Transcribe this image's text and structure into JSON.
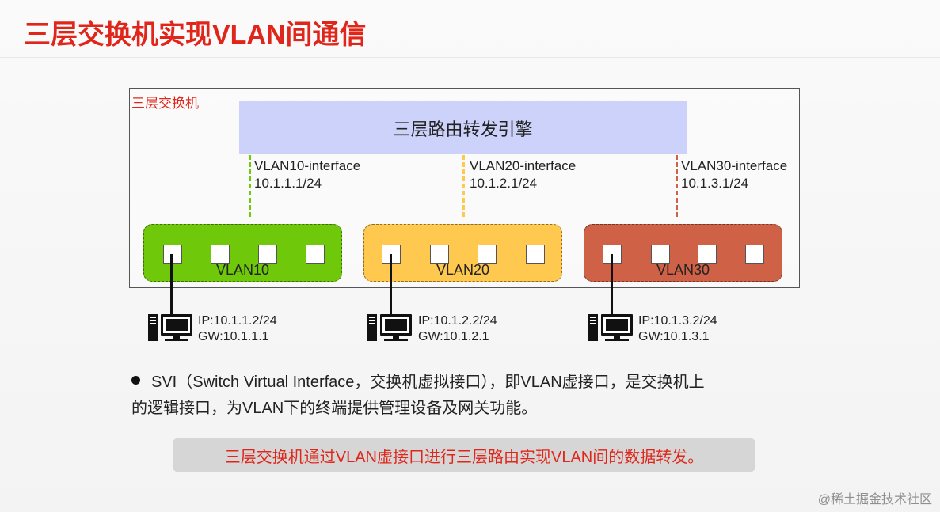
{
  "title": "三层交换机实现VLAN间通信",
  "switch_label": "三层交换机",
  "engine_label": "三层路由转发引擎",
  "colors": {
    "title": "#e0261a",
    "engine": "#cdd2fb",
    "vlan10": "#70c80a",
    "vlan20": "#ffc84f",
    "vlan30": "#cf6146"
  },
  "interfaces": [
    {
      "name": "VLAN10-interface",
      "ip": "10.1.1.1/24"
    },
    {
      "name": "VLAN20-interface",
      "ip": "10.1.2.1/24"
    },
    {
      "name": "VLAN30-interface",
      "ip": "10.1.3.1/24"
    }
  ],
  "vlans": [
    {
      "name": "VLAN10"
    },
    {
      "name": "VLAN20"
    },
    {
      "name": "VLAN30"
    }
  ],
  "hosts": [
    {
      "ip": "IP:10.1.1.2/24",
      "gw": "GW:10.1.1.1",
      "icon": "computer-icon"
    },
    {
      "ip": "IP:10.1.2.2/24",
      "gw": "GW:10.1.2.1",
      "icon": "computer-icon"
    },
    {
      "ip": "IP:10.1.3.2/24",
      "gw": "GW:10.1.3.1",
      "icon": "computer-icon"
    }
  ],
  "bullet_line1": "SVI（Switch Virtual Interface，交换机虚拟接口），即VLAN虚接口，是交换机上",
  "bullet_line2": "的逻辑接口，为VLAN下的终端提供管理设备及网关功能。",
  "highlight": "三层交换机通过VLAN虚接口进行三层路由实现VLAN间的数据转发。",
  "watermark": "@稀土掘金技术社区"
}
